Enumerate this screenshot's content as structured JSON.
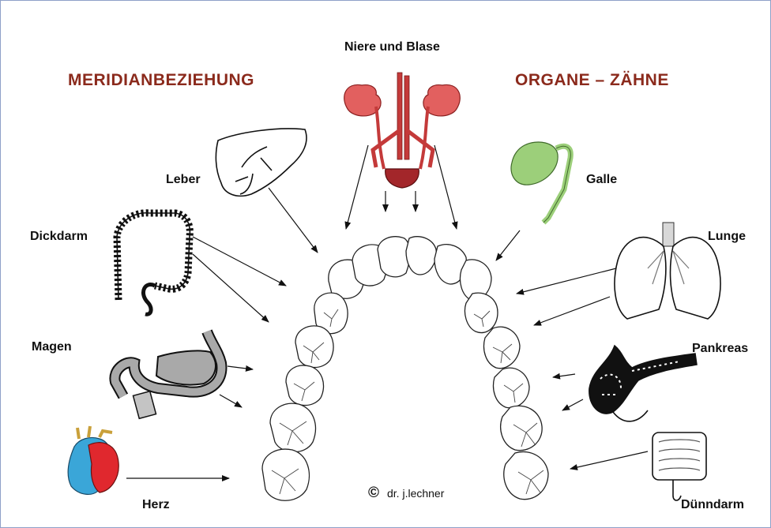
{
  "headings": {
    "left": "MERIDIANBEZIEHUNG",
    "right": "ORGANE – ZÄHNE"
  },
  "organs": {
    "niere_blase": "Niere und Blase",
    "leber": "Leber",
    "galle": "Galle",
    "dickdarm": "Dickdarm",
    "lunge": "Lunge",
    "magen": "Magen",
    "pankreas": "Pankreas",
    "herz": "Herz",
    "duenndarm": "Dünndarm"
  },
  "credit": {
    "symbol": "©",
    "text": "dr. j.lechner"
  },
  "colors": {
    "heading": "#8b2a1c",
    "kidney": "#e2605f",
    "bladder": "#a3262a",
    "gallbladder": "#9ccf7a",
    "stomach": "#a9a9a9",
    "heart_red": "#e0282e",
    "heart_blue": "#3aa6d8"
  }
}
